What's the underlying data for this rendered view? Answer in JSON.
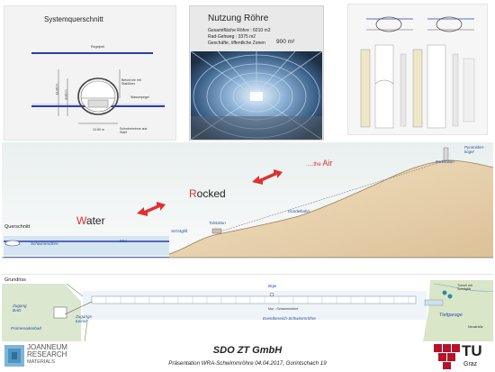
{
  "section_panel": {
    "title": "Systemquerschnitt",
    "label_regelpeil": "Regelpeil",
    "label_wasserpegel": "Wasserpegel",
    "label_betonrohr": "Betonrohr mit Stahlliner",
    "label_schwimmrinne": "Schwimmrinne aus Stahl",
    "dim_width": "13.50 m",
    "dim_height": "11.00 m",
    "dim_side": "8.00 m"
  },
  "nutzung_panel": {
    "title": "Nutzung Röhre",
    "line1": "Gesamtfläche Röhre : 6010 m2",
    "line2": "Rad-Gehweg : 3375 m2",
    "line3": "Geschäfte, öffentliche Zonen",
    "area_value": "900 m²"
  },
  "middle_diagram": {
    "word_water_first": "W",
    "word_water_rest": "ater",
    "word_rocked_first": "R",
    "word_rocked_rest": "ocked",
    "word_air_prefix": ".....the ",
    "word_air": "Air",
    "label_querschnitt": "Querschnitt",
    "label_schwimmroehre": "Schwimmröhre",
    "label_mur": "Mur",
    "label_schraeglift": "Schräglift",
    "label_talstation": "Talstation",
    "label_gondelbahn": "Gondelbahn",
    "label_endstation": "Endstation",
    "label_pyramidenkogel": "Pyramiden-kogel"
  },
  "grundriss": {
    "title": "Grundriss",
    "label_boje": "Boje",
    "label_mur_schwimmroehre": "Mur - Schwimmröhre",
    "label_eventbereich": "Eventbereich-Schwimmröhre",
    "label_zugang_bad": "Zugang BAD",
    "label_zugangstunnel": "Zugangs-tunnel",
    "label_promenadenbad": "Promenadenbad",
    "label_tiefgarage": "Tiefgarage",
    "label_tunnel_schraeglift": "Tunnel mit Schräglift",
    "label_neustrasse": "Neustraße"
  },
  "footer": {
    "logo_line1": "JOANNEUM",
    "logo_line2": "RESEARCH",
    "logo_line3": "MATERIALS",
    "company": "SDO ZT GmbH",
    "subtitle": "Präsentation WRA-Schwimmröhre 04.04.2017, Gorintschach 19",
    "tu_text": "TU",
    "tu_sub": "Graz"
  },
  "colors": {
    "water_blue": "#2b3fa8",
    "arrow_red": "#e03030",
    "hill_fill": "#e7d2ad",
    "tu_red": "#b4142c"
  }
}
